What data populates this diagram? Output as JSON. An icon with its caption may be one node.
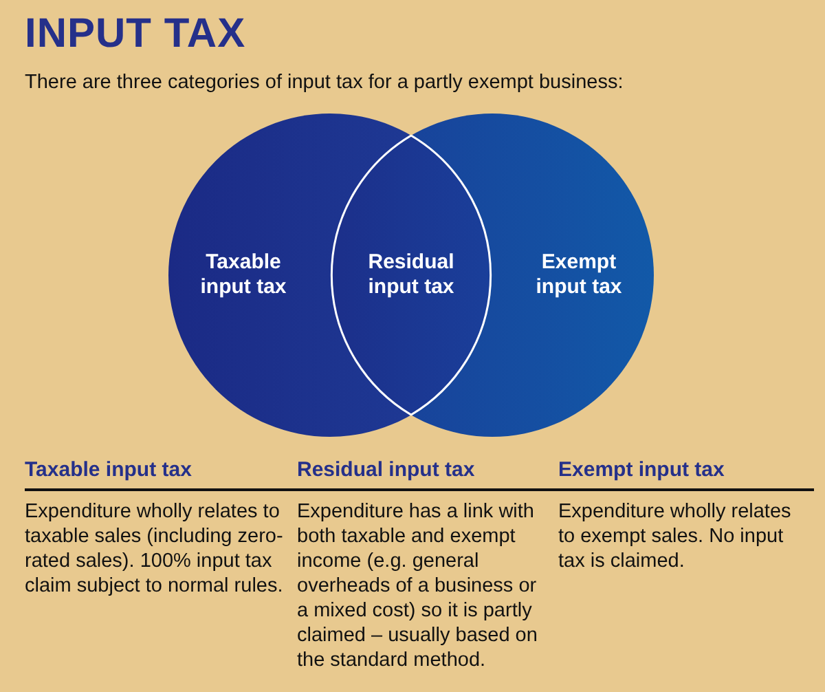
{
  "diagram": {
    "title": "INPUT TAX",
    "nodes": [
      {
        "text": [
          "Taxable input tax"
        ]
      },
      {
        "text": [
          "Residual input tax"
        ]
      },
      {
        "text": [
          "Exempt input tax"
        ]
      }
    ],
    "edges": [],
    "labels": [
      "There are three categories of input tax for a partly exempt business:",
      "Taxable input tax",
      "Residual input tax",
      "Exempt input tax",
      "Expenditure wholly relates to taxable sales (including zero-rated sales). 100% input tax claim subject to normal rules.",
      "Expenditure has a link with both taxable and exempt income (e.g. general overheads of a business or a mixed cost) so it is partly claimed – usually based on the standard method.",
      "Expenditure wholly relates to exempt sales. No input tax is claimed."
    ]
  }
}
